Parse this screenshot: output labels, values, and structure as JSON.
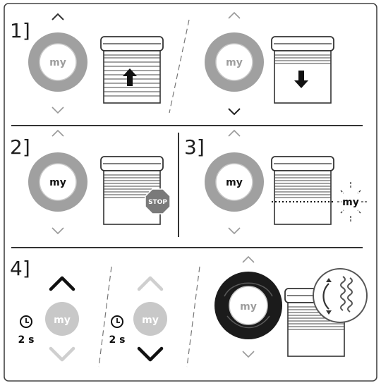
{
  "steps": [
    {
      "label": "1]"
    },
    {
      "label": "2]"
    },
    {
      "label": "3]"
    },
    {
      "label": "4]"
    }
  ],
  "remote": {
    "button_label": "my"
  },
  "stop_sign": {
    "label": "STOP"
  },
  "my_position": {
    "label": "my"
  },
  "hold": {
    "duration": "2 s"
  },
  "colors": {
    "frame": "#333333",
    "ring_grey": "#9d9d9d",
    "light_grey": "#c8c8c8",
    "dark_ring": "#1b1b1b",
    "stop_red": "#7a7a7a",
    "line": "#333333"
  }
}
